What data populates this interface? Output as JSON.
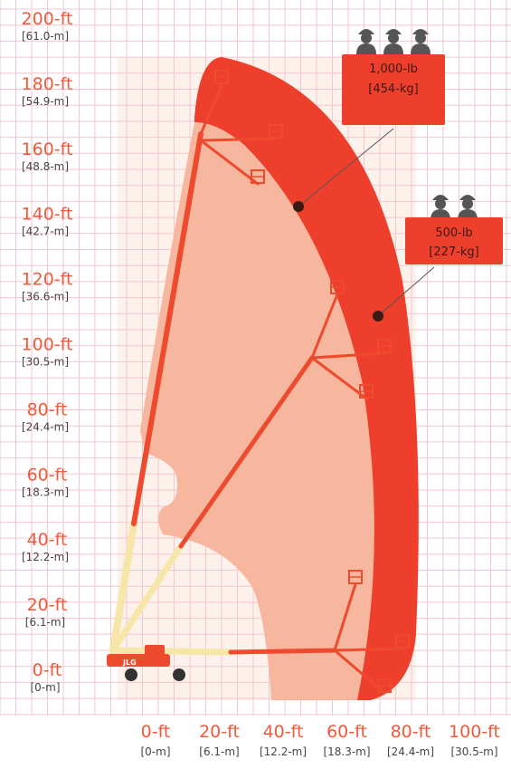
{
  "colors": {
    "grid": "#f3c6cf",
    "envelope_outer": "#ee3e2c",
    "envelope_inner": "#f7b79f",
    "envelope_tint": "#fbe3d8",
    "boom": "#ee4a2e",
    "boom_lower": "#f6e6a8",
    "platform": "#ee3e2c",
    "axis_ft": "#f05a3c",
    "axis_m": "#444444",
    "worker": "#555555"
  },
  "y_axis": {
    "labels": [
      {
        "ft": "200-ft",
        "m": "[61.0-m]"
      },
      {
        "ft": "180-ft",
        "m": "[54.9-m]"
      },
      {
        "ft": "160-ft",
        "m": "[48.8-m]"
      },
      {
        "ft": "140-ft",
        "m": "[42.7-m]"
      },
      {
        "ft": "120-ft",
        "m": "[36.6-m]"
      },
      {
        "ft": "100-ft",
        "m": "[30.5-m]"
      },
      {
        "ft": "80-ft",
        "m": "[24.4-m]"
      },
      {
        "ft": "60-ft",
        "m": "[18.3-m]"
      },
      {
        "ft": "40-ft",
        "m": "[12.2-m]"
      },
      {
        "ft": "20-ft",
        "m": "[6.1-m]"
      },
      {
        "ft": "0-ft",
        "m": "[0-m]"
      }
    ]
  },
  "x_axis": {
    "labels": [
      {
        "ft": "0-ft",
        "m": "[0-m]"
      },
      {
        "ft": "20-ft",
        "m": "[6.1-m]"
      },
      {
        "ft": "40-ft",
        "m": "[12.2-m]"
      },
      {
        "ft": "60-ft",
        "m": "[18.3-m]"
      },
      {
        "ft": "80-ft",
        "m": "[24.4-m]"
      },
      {
        "ft": "100-ft",
        "m": "[30.5-m]"
      }
    ]
  },
  "capacities": [
    {
      "lb": "1,000-lb",
      "kg": "[454-kg]",
      "workers": 3
    },
    {
      "lb": "500-lb",
      "kg": "[227-kg]",
      "workers": 2
    }
  ],
  "icons": [
    "worker-icon",
    "platform-icon",
    "lift-chassis-icon"
  ]
}
